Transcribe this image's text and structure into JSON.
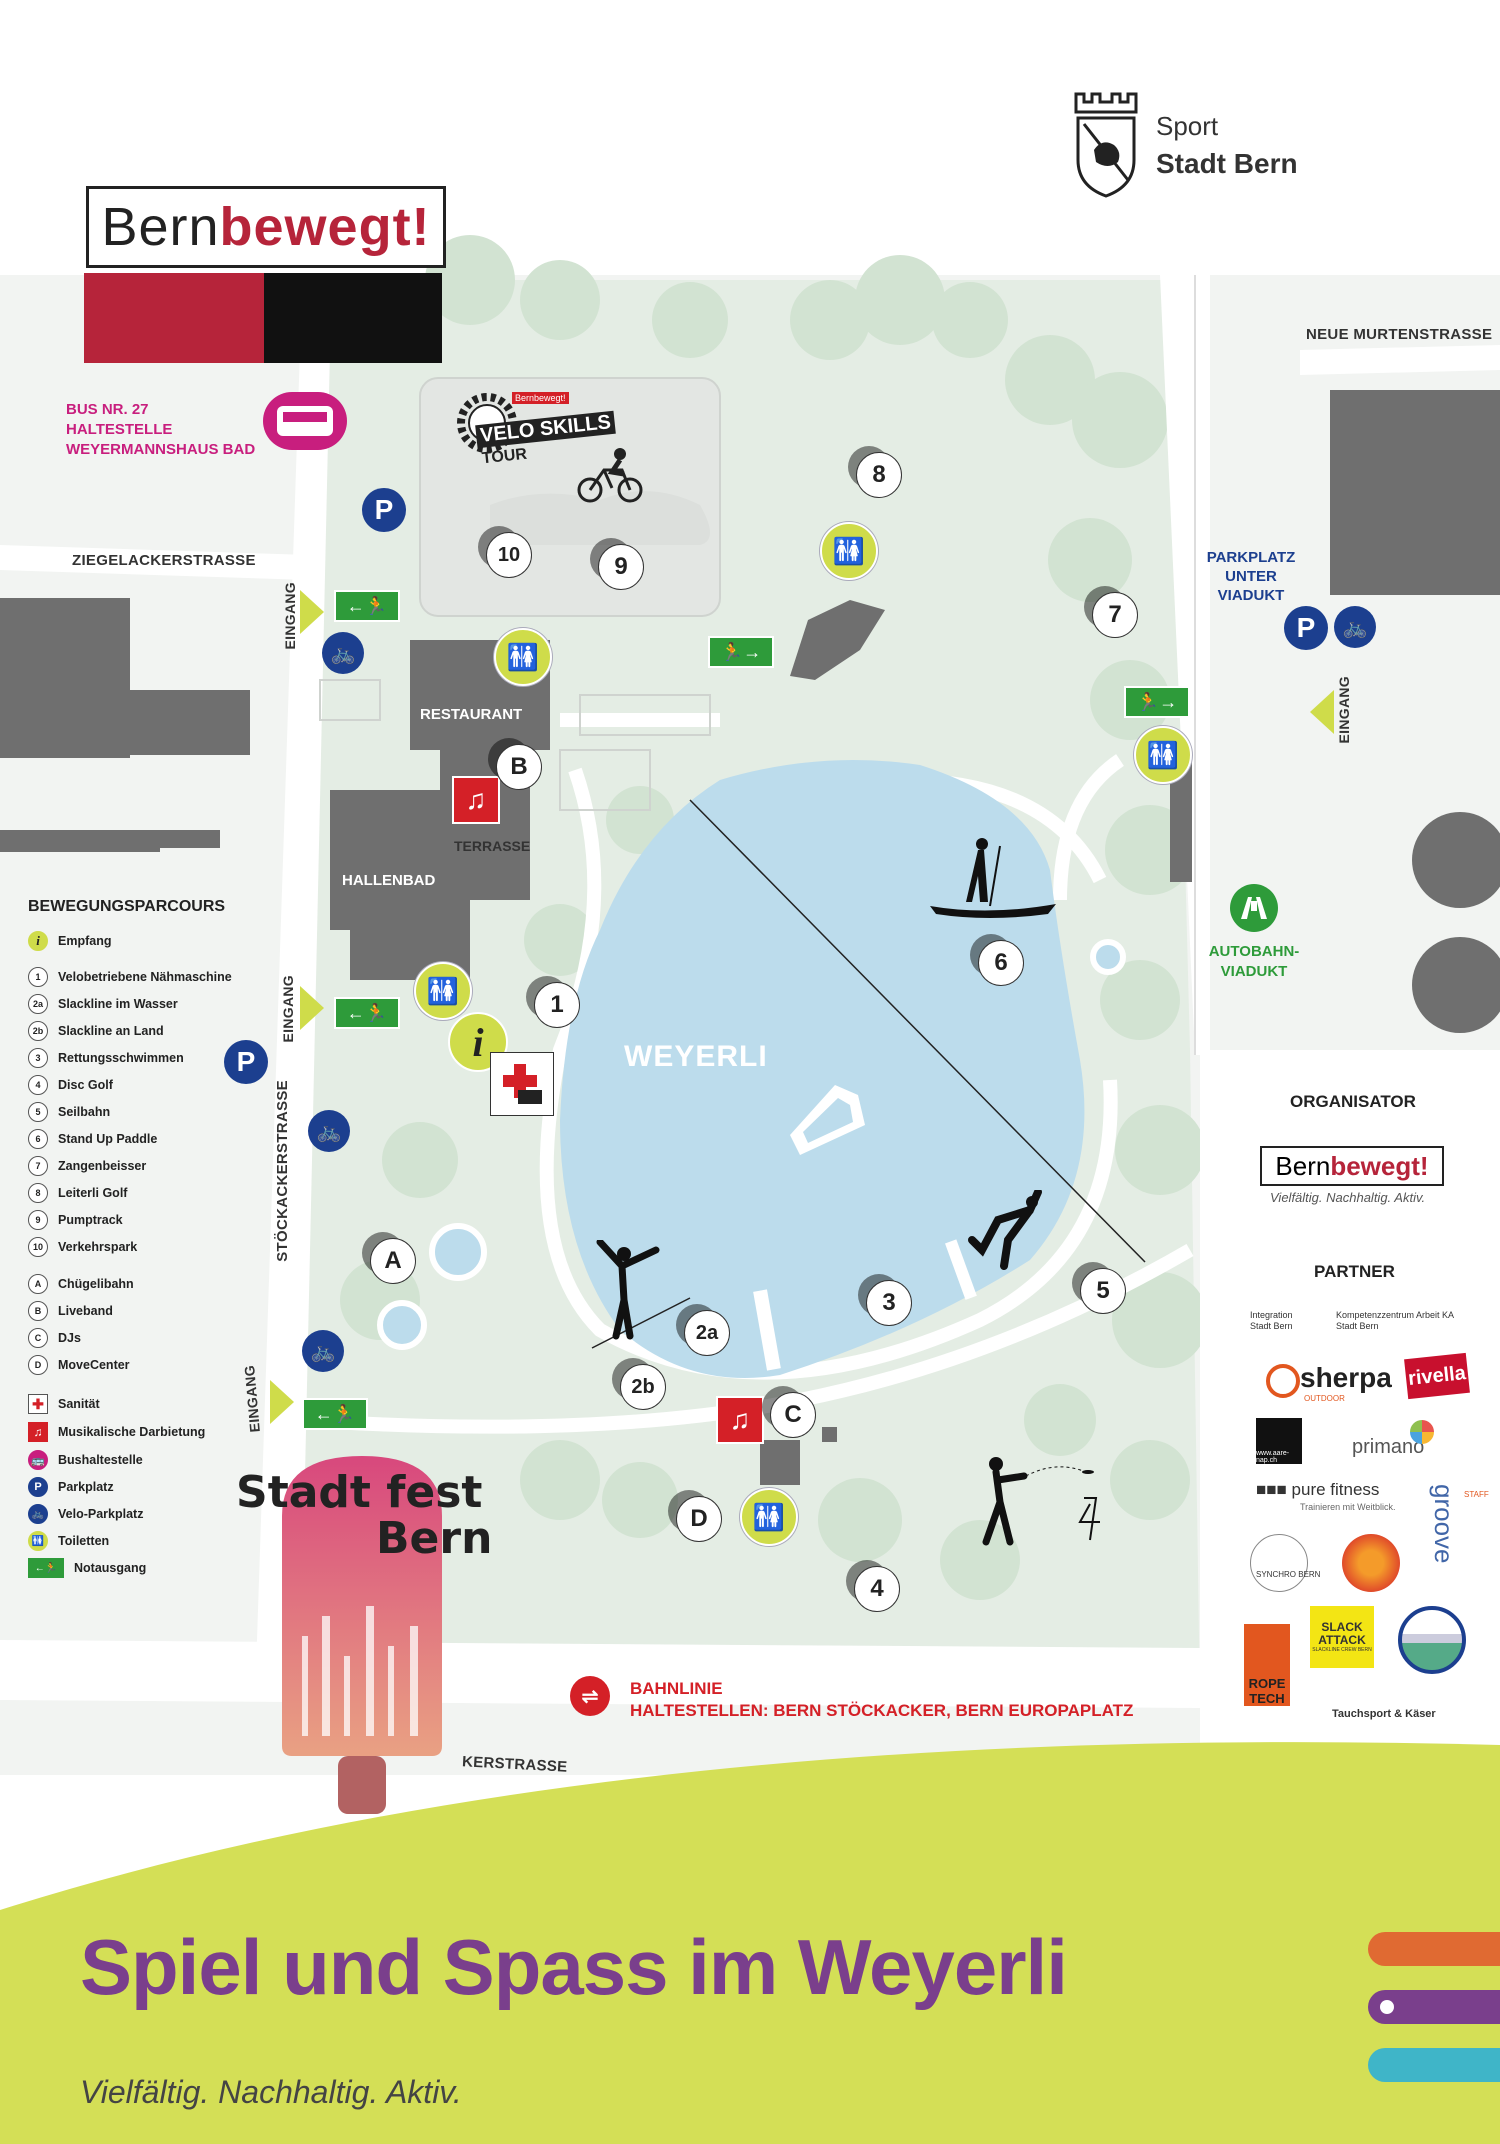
{
  "header": {
    "logo": {
      "part1": "Bern",
      "part2": "bewegt!"
    },
    "sport_logo": {
      "line1": "Sport",
      "line2": "Stadt Bern"
    }
  },
  "map": {
    "bus": {
      "line1": "BUS NR. 27",
      "line2": "HALTESTELLE",
      "line3": "WEYERMANNSHAUS BAD"
    },
    "streets": {
      "ziegelacker": "ZIEGELACKERSTRASSE",
      "neue_murten": "NEUE MURTENSTRASSE",
      "stoeckacker": "STÖCKACKERSTRASSE",
      "stoeckacker_bottom": "KERSTRASSE"
    },
    "parking_viaduct": {
      "line1": "PARKPLATZ",
      "line2": "UNTER",
      "line3": "VIADUKT"
    },
    "motorway": {
      "line1": "AUTOBAHN-",
      "line2": "VIADUKT"
    },
    "entrance_label": "EINGANG",
    "buildings": {
      "restaurant": "RESTAURANT",
      "terrasse": "TERRASSE",
      "hallenbad": "HALLENBAD"
    },
    "lake_name": "WEYERLI",
    "velo_tour": {
      "line1": "VELO SKILLS",
      "line2": "TOUR",
      "small": "Bernbewegt!"
    },
    "markers": [
      "1",
      "2a",
      "2b",
      "3",
      "4",
      "5",
      "6",
      "7",
      "8",
      "9",
      "10",
      "A",
      "B",
      "C",
      "D"
    ],
    "info_letter": "i",
    "parking_letter": "P",
    "rail": {
      "line1": "BAHNLINIE",
      "line2": "HALTESTELLEN: BERN STÖCKACKER, BERN EUROPAPLATZ"
    },
    "stadtfest": {
      "line1": "Stadt fest",
      "line2": "Bern"
    }
  },
  "legend": {
    "title": "BEWEGUNGSPARCOURS",
    "empfang": {
      "icon": "i",
      "label": "Empfang"
    },
    "stations": [
      {
        "icon": "1",
        "label": "Velobetriebene Nähmaschine"
      },
      {
        "icon": "2a",
        "label": "Slackline im Wasser"
      },
      {
        "icon": "2b",
        "label": "Slackline an Land"
      },
      {
        "icon": "3",
        "label": "Rettungsschwimmen"
      },
      {
        "icon": "4",
        "label": "Disc Golf"
      },
      {
        "icon": "5",
        "label": "Seilbahn"
      },
      {
        "icon": "6",
        "label": "Stand Up Paddle"
      },
      {
        "icon": "7",
        "label": "Zangenbeisser"
      },
      {
        "icon": "8",
        "label": "Leiterli Golf"
      },
      {
        "icon": "9",
        "label": "Pumptrack"
      },
      {
        "icon": "10",
        "label": "Verkehrspark"
      }
    ],
    "places": [
      {
        "icon": "A",
        "label": "Chügelibahn"
      },
      {
        "icon": "B",
        "label": "Liveband"
      },
      {
        "icon": "C",
        "label": "DJs"
      },
      {
        "icon": "D",
        "label": "MoveCenter"
      }
    ],
    "services": [
      {
        "icon": "sanitaet-icon",
        "label": "Sanität"
      },
      {
        "icon": "music-icon",
        "label": "Musikalische Darbietung"
      },
      {
        "icon": "bus-stop-icon",
        "label": "Bushaltestelle"
      },
      {
        "icon": "parking-icon",
        "label": "Parkplatz"
      },
      {
        "icon": "bike-parking-icon",
        "label": "Velo-Parkplatz"
      },
      {
        "icon": "toilet-icon",
        "label": "Toiletten"
      },
      {
        "icon": "emergency-exit-icon",
        "label": "Notausgang"
      }
    ]
  },
  "organizer": {
    "title": "ORGANISATOR",
    "logo": {
      "part1": "Bern",
      "part2": "bewegt!"
    },
    "tagline": "Vielfältig. Nachhaltig. Aktiv.",
    "partner_title": "PARTNER",
    "partners": {
      "integration": {
        "line1": "Integration",
        "line2": "Stadt Bern"
      },
      "kompetenz": {
        "line1": "Kompetenzzentrum Arbeit KA",
        "line2": "Stadt Bern"
      },
      "sherpa": "sherpa",
      "sherpa_sub": "OUTDOOR",
      "rivella": "rivella",
      "aarenap": "www.aare-nap.ch",
      "primano": "primano",
      "purefitness": "pure fitness",
      "purefitness_sub": "Trainieren mit Weitblick.",
      "groove": "groove",
      "groove_sub": "STAFF",
      "synchro": "SYNCHRO BERN",
      "slack": {
        "line1": "SLACK",
        "line2": "ATTACK",
        "line3": "SLACKLINE CREW BERN"
      },
      "rope": {
        "line1": "ROPE",
        "line2": "TECH"
      },
      "tauchsport": "Tauchsport & Käser"
    }
  },
  "footer": {
    "title": "Spiel und Spass im Weyerli",
    "tagline": "Vielfältig. Nachhaltig. Aktiv."
  },
  "colors": {
    "lake": "#bcdcec",
    "park": "#e6efe6",
    "building": "#6f6f6f",
    "footer_bg": "#d4df56",
    "footer_title": "#7a3f8c",
    "brand_red": "#b6243a",
    "toilet": "#cfdc4a",
    "parking": "#1c3f8f"
  }
}
